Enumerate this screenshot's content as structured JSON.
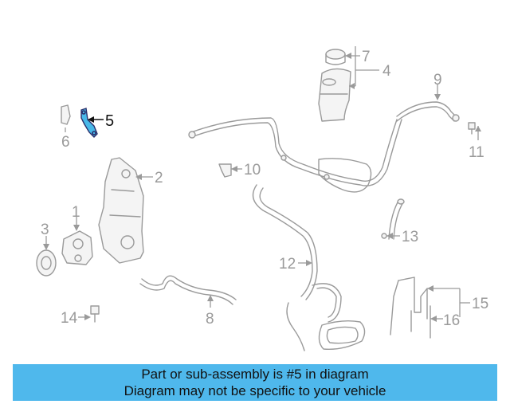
{
  "callouts": {
    "c1": "1",
    "c2": "2",
    "c3": "3",
    "c4": "4",
    "c5": "5",
    "c6": "6",
    "c7": "7",
    "c8": "8",
    "c9": "9",
    "c10": "10",
    "c11": "11",
    "c12": "12",
    "c13": "13",
    "c14": "14",
    "c15": "15",
    "c16": "16"
  },
  "highlight_part": "5",
  "colors": {
    "highlight_fill": "#48b8e8",
    "banner": "#4fb8ec",
    "line": "#9a9a9a"
  },
  "banner": {
    "line1": "Part or sub-assembly is #5 in diagram",
    "line2": "Diagram may not be specific to your vehicle"
  }
}
